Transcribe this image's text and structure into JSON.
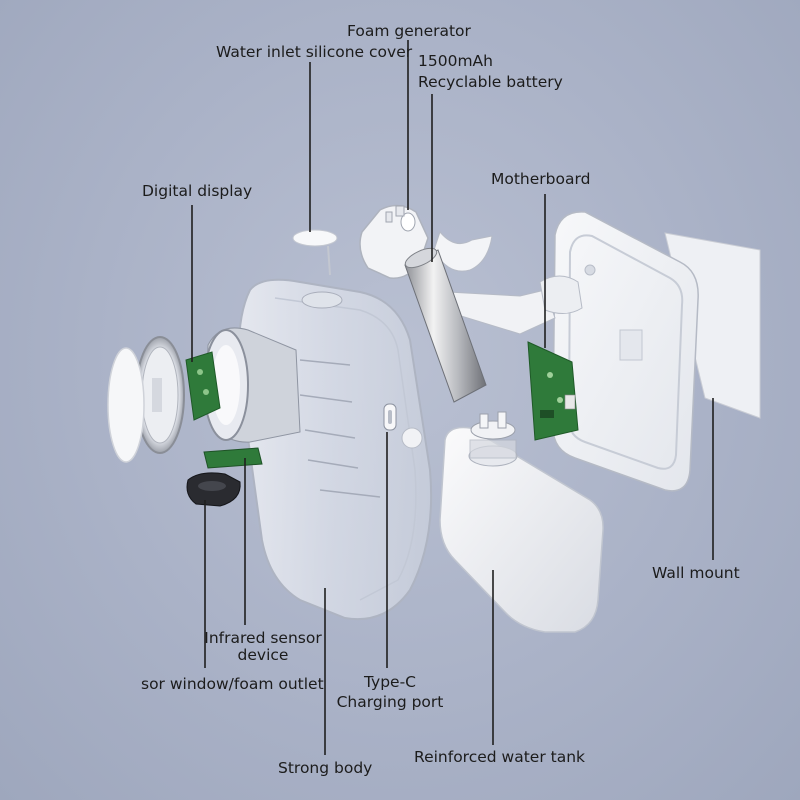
{
  "labels": {
    "foam_generator": "Foam generator",
    "water_inlet_cover": "Water inlet silicone cover",
    "battery_line1": "1500mAh",
    "battery_line2": "Recyclable battery",
    "digital_display": "Digital display",
    "motherboard": "Motherboard",
    "wall_mount": "Wall mount",
    "infrared_line1": "Infrared sensor",
    "infrared_line2": "device",
    "sensor_window": "sor window/foam outlet",
    "typec_line1": "Type-C",
    "typec_line2": "Charging port",
    "strong_body": "Strong body",
    "water_tank": "Reinforced water tank"
  },
  "colors": {
    "background": "#aab2c7",
    "text": "#1c1c1c",
    "leader_line": "#1f1f1f",
    "circuit_green": "#2f7a3a",
    "body_translucent": "#e9ecf3"
  }
}
